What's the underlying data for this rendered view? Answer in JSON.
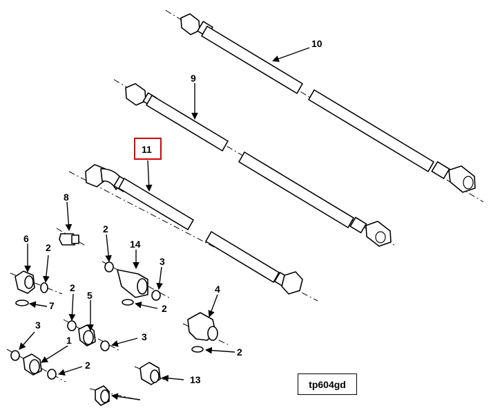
{
  "figure_id": "tp604gd",
  "highlighted_callout": "11",
  "highlight_color": "#d40000",
  "callouts": {
    "c10": "10",
    "c9": "9",
    "c11": "11",
    "c8": "8",
    "c6": "6",
    "c2a": "2",
    "c7": "7",
    "c2b": "2",
    "c14": "14",
    "c3a": "3",
    "c2c": "2",
    "c4": "4",
    "c2d": "2",
    "c5": "5",
    "c3b": "3",
    "c1": "1",
    "c2e": "2",
    "c3c": "3",
    "c2f": "2",
    "c13": "13"
  }
}
